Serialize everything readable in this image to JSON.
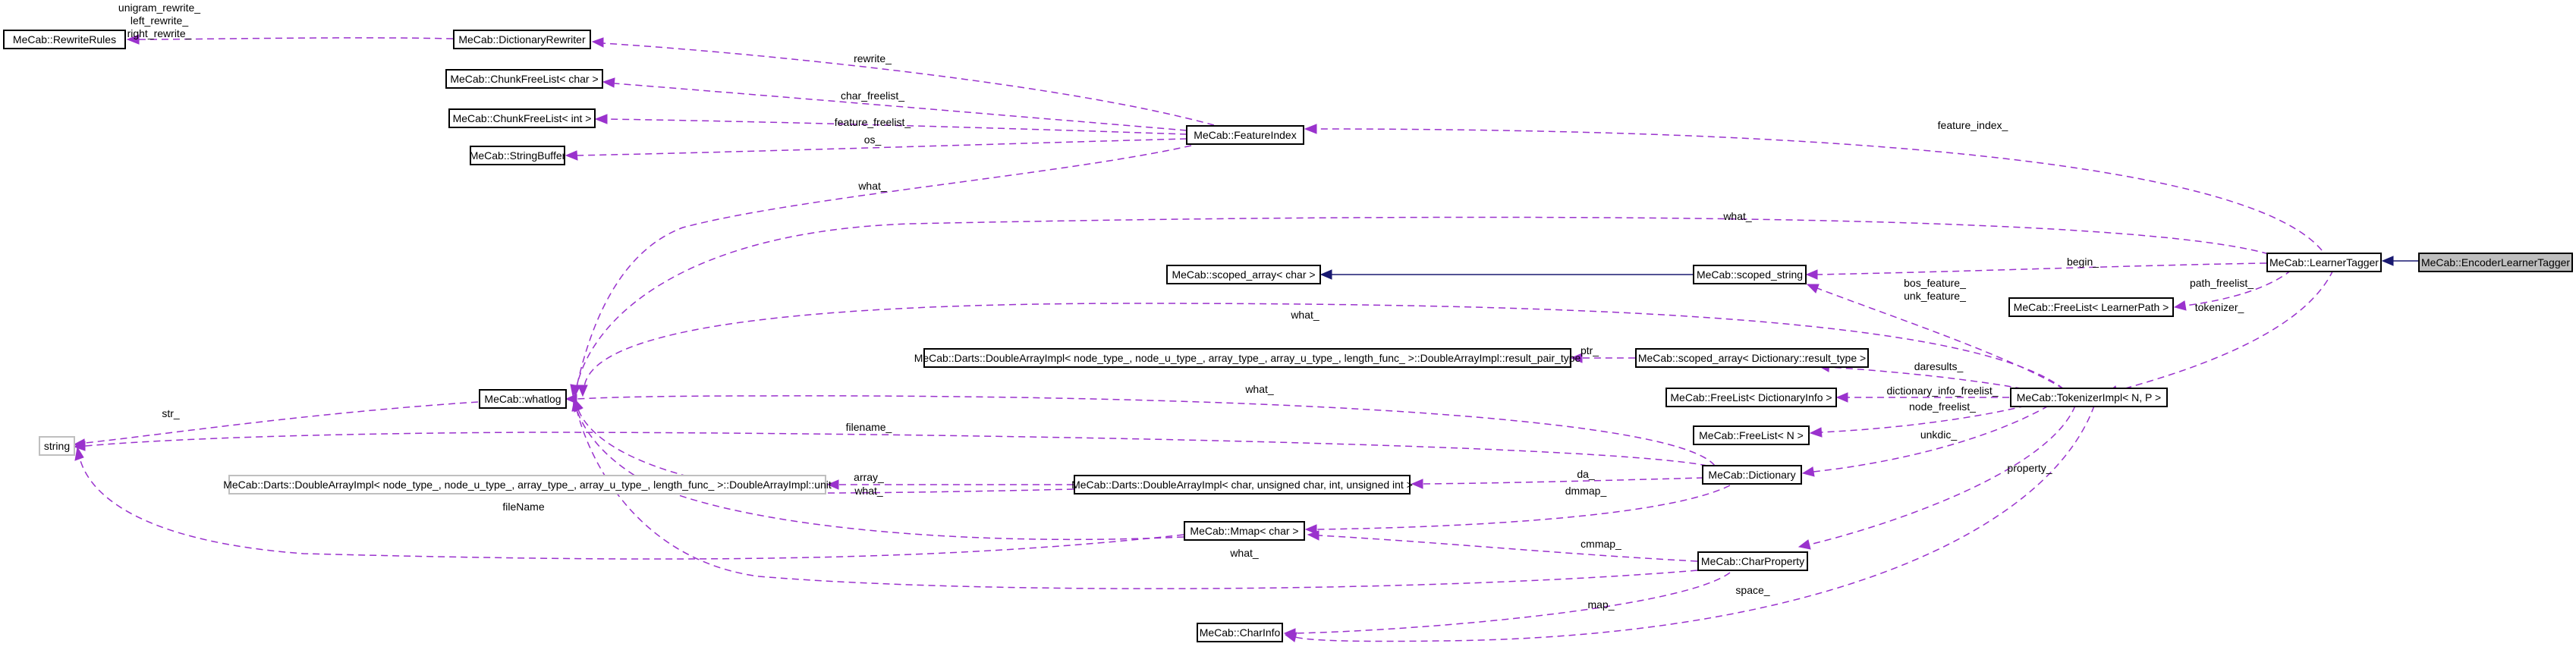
{
  "diagram": {
    "nodes": [
      {
        "id": "encoder",
        "label": "MeCab::EncoderLearnerTagger"
      },
      {
        "id": "learner",
        "label": "MeCab::LearnerTagger"
      },
      {
        "id": "featureindex",
        "label": "MeCab::FeatureIndex"
      },
      {
        "id": "dictrewriter",
        "label": "MeCab::DictionaryRewriter"
      },
      {
        "id": "rewriterules",
        "label": "MeCab::RewriteRules"
      },
      {
        "id": "cfl_char",
        "label": "MeCab::ChunkFreeList< char >"
      },
      {
        "id": "cfl_int",
        "label": "MeCab::ChunkFreeList< int >"
      },
      {
        "id": "strbuf",
        "label": "MeCab::StringBuffer"
      },
      {
        "id": "whatlog",
        "label": "MeCab::whatlog"
      },
      {
        "id": "string",
        "label": "string"
      },
      {
        "id": "scoped_array_char",
        "label": "MeCab::scoped_array< char >"
      },
      {
        "id": "scoped_string",
        "label": "MeCab::scoped_string"
      },
      {
        "id": "fl_learnerpath",
        "label": "MeCab::FreeList< LearnerPath >"
      },
      {
        "id": "tokenizer",
        "label": "MeCab::TokenizerImpl< N, P >"
      },
      {
        "id": "darts_result",
        "label": "MeCab::Darts::DoubleArrayImpl< node_type_, node_u_type_, array_type_, array_u_type_, length_func_ >::DoubleArrayImpl::result_pair_type"
      },
      {
        "id": "scoped_array_dict",
        "label": "MeCab::scoped_array< Dictionary::result_type >"
      },
      {
        "id": "fl_dictinfo",
        "label": "MeCab::FreeList< DictionaryInfo >"
      },
      {
        "id": "fl_n",
        "label": "MeCab::FreeList< N >"
      },
      {
        "id": "dictionary",
        "label": "MeCab::Dictionary"
      },
      {
        "id": "darts_unit",
        "label": "MeCab::Darts::DoubleArrayImpl< node_type_, node_u_type_, array_type_, array_u_type_, length_func_ >::DoubleArrayImpl::unit"
      },
      {
        "id": "darts_impl",
        "label": "MeCab::Darts::DoubleArrayImpl< char, unsigned char, int, unsigned int >"
      },
      {
        "id": "mmap_char",
        "label": "MeCab::Mmap< char >"
      },
      {
        "id": "charproperty",
        "label": "MeCab::CharProperty"
      },
      {
        "id": "charinfo",
        "label": "MeCab::CharInfo"
      }
    ],
    "edge_labels": {
      "unigram_rewrite": "unigram_rewrite_",
      "left_rewrite": "left_rewrite_",
      "right_rewrite": "right_rewrite_",
      "rewrite": "rewrite_",
      "char_freelist": "char_freelist_",
      "feature_freelist": "feature_freelist_",
      "os": "os_",
      "feature_index": "feature_index_",
      "what_fi": "what_",
      "what_lt": "what_",
      "begin": "begin_",
      "path_freelist": "path_freelist_",
      "tokenizer": "tokenizer_",
      "bos_feature": "bos_feature_",
      "unk_feature": "unk_feature_",
      "what_tok": "what_",
      "ptr": "ptr_",
      "daresults": "daresults_",
      "dictionary_info_freelist": "dictionary_info_freelist_",
      "node_freelist": "node_freelist_",
      "unkdic": "unkdic_",
      "what_dict": "what_",
      "filename": "filename_",
      "str": "str_",
      "array": "array_",
      "what_darts": "what_",
      "da": "da_",
      "dmmap": "dmmap_",
      "property": "property_",
      "fileName": "fileName",
      "what_mmap": "what_",
      "cmmap": "cmmap_",
      "map": "map_",
      "space": "space_"
    }
  }
}
